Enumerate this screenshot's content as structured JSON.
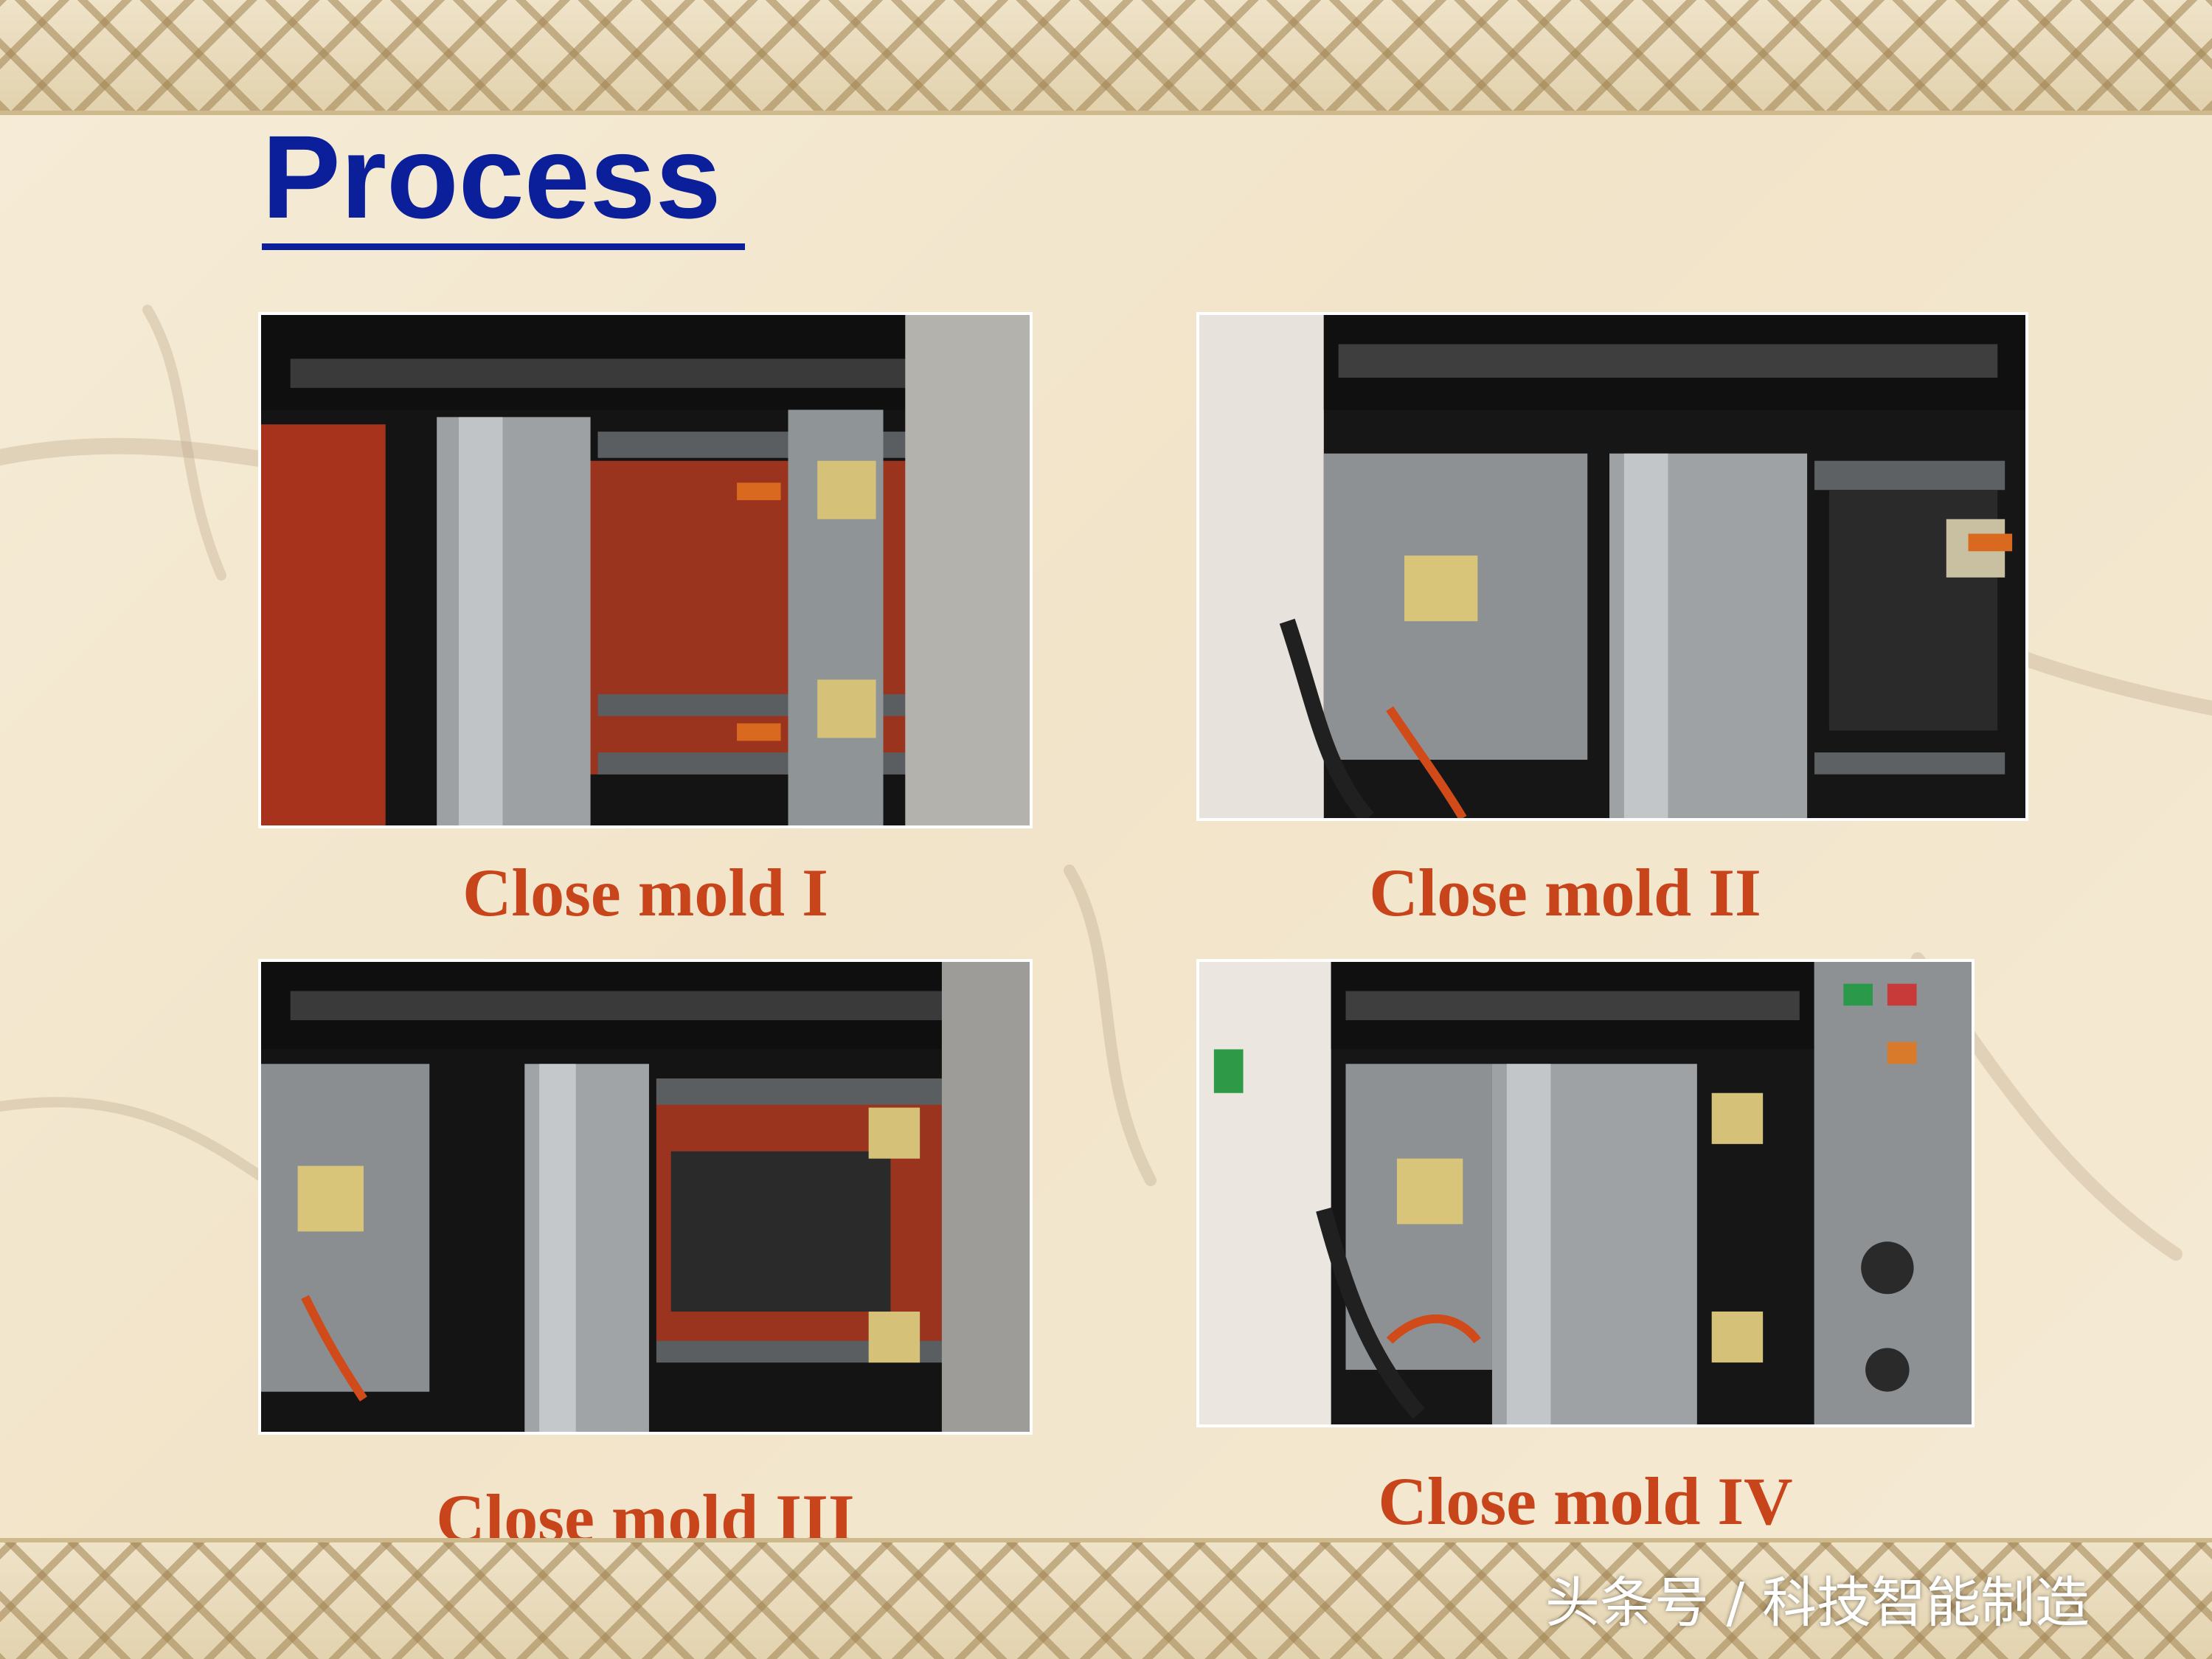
{
  "slide": {
    "title": "Process",
    "photos": [
      {
        "caption": "Close mold I"
      },
      {
        "caption": "Close mold II"
      },
      {
        "caption": "Close mold III"
      },
      {
        "caption": "Close mold IV"
      }
    ],
    "watermark": "头条号 / 科技智能制造"
  },
  "colors": {
    "title": "#0b1f9a",
    "caption": "#c8441b",
    "background": "#f3e7cf"
  }
}
